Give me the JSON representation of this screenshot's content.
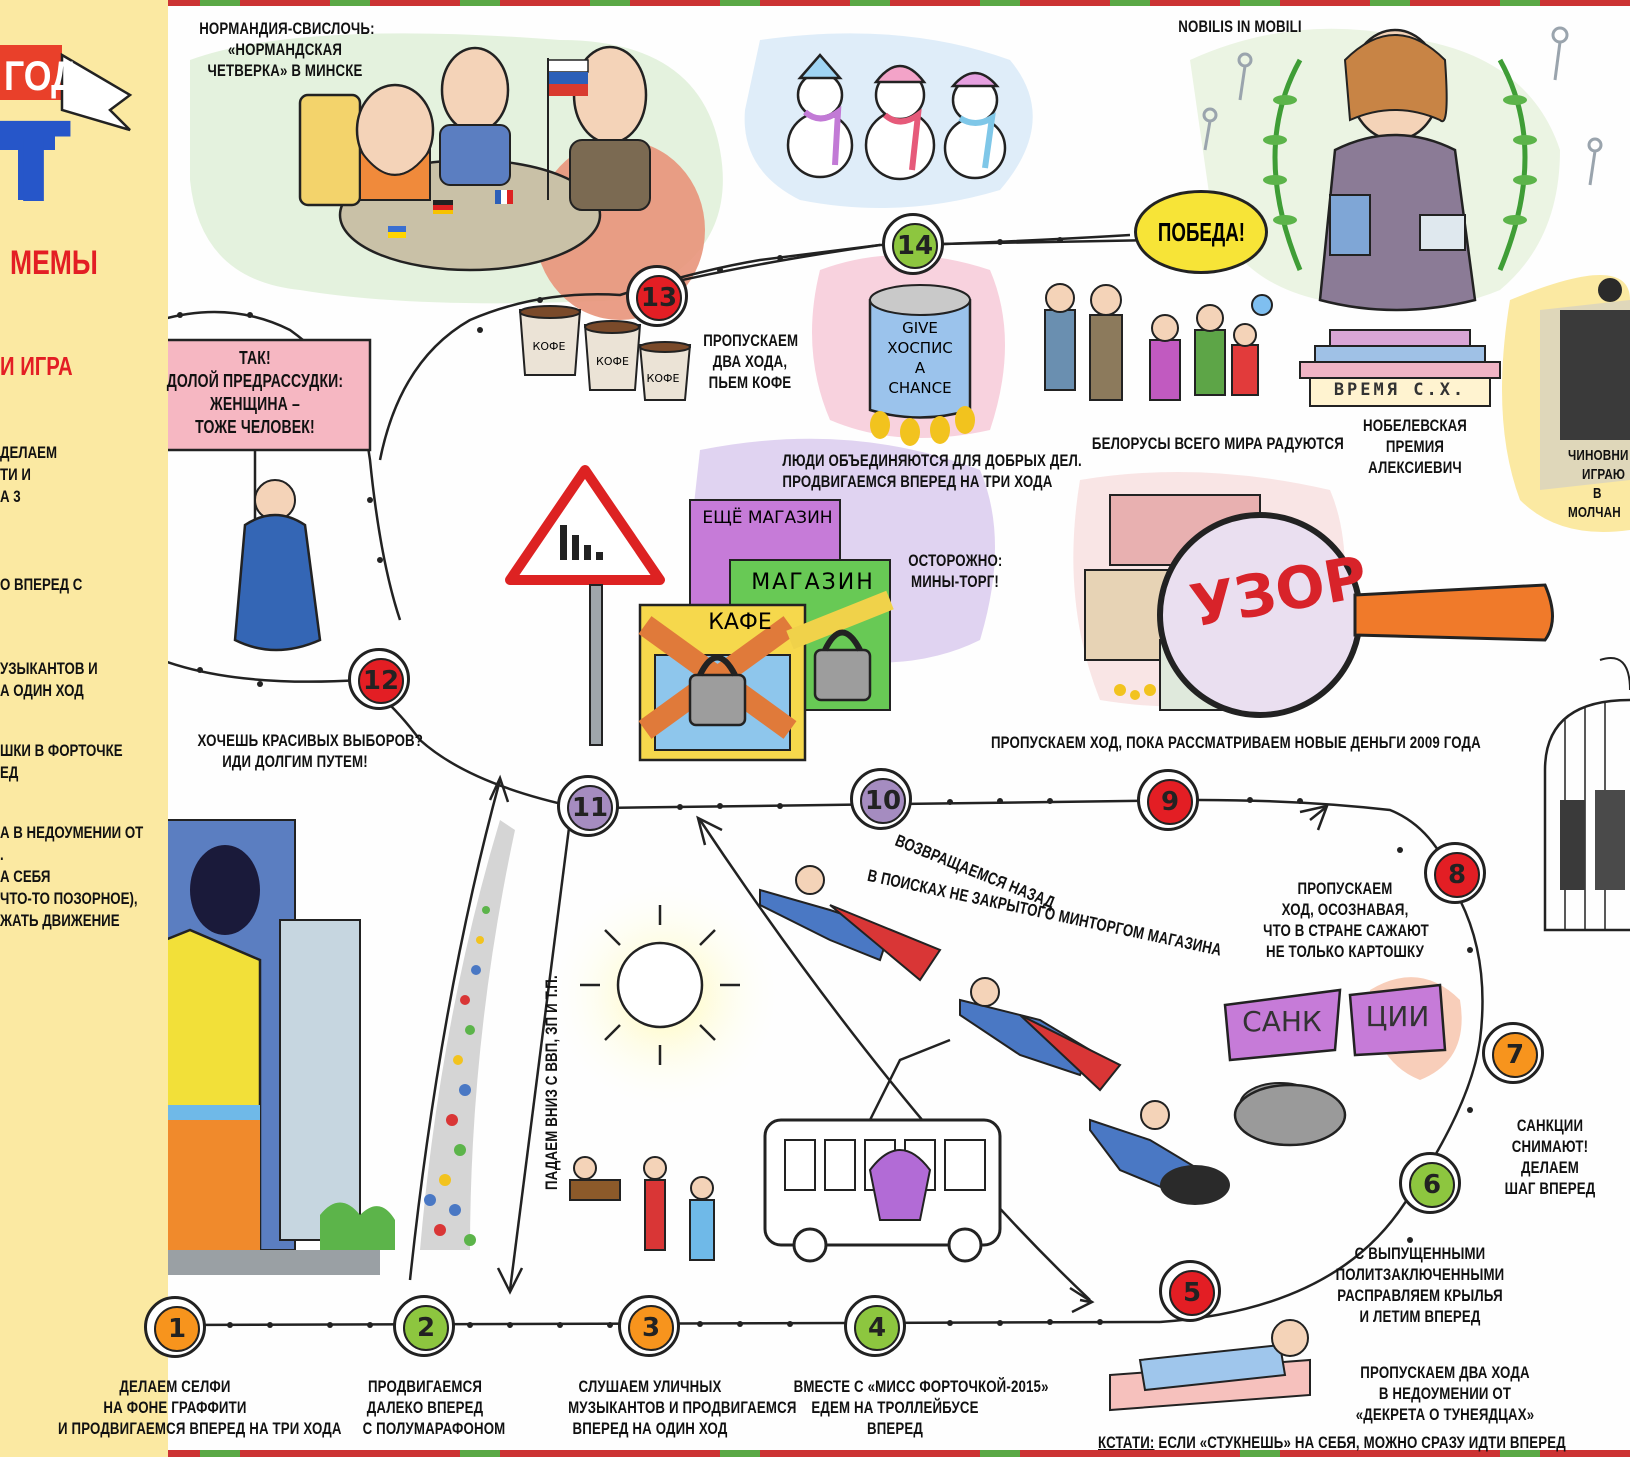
{
  "sidebar": {
    "header_word": "ГОД",
    "big_letter": "Т",
    "subtitle": "МЕМЫ",
    "section": "И ИГРА",
    "rules": [
      [
        "ДЕЛАЕМ",
        "ТИ И",
        "А 3"
      ],
      [
        "О ВПЕРЕД С"
      ],
      [
        "УЗЫКАНТОВ И",
        "А ОДИН ХОД"
      ],
      [
        "ШКИ В ФОРТОЧКЕ",
        "ЕД"
      ],
      [
        "А В НЕДОУМЕНИИ ОТ",
        "."
      ],
      [
        "А СЕБЯ",
        "ЧТО-ТО ПОЗОРНОЕ),",
        "ЖАТЬ ДВИЖЕНИЕ"
      ]
    ]
  },
  "cells": [
    {
      "n": "1",
      "color": "#f7941d"
    },
    {
      "n": "2",
      "color": "#8dc63f"
    },
    {
      "n": "3",
      "color": "#f7941d"
    },
    {
      "n": "4",
      "color": "#8dc63f"
    },
    {
      "n": "5",
      "color": "#e31e24"
    },
    {
      "n": "6",
      "color": "#8dc63f"
    },
    {
      "n": "7",
      "color": "#f7941d"
    },
    {
      "n": "8",
      "color": "#e31e24"
    },
    {
      "n": "9",
      "color": "#e31e24"
    },
    {
      "n": "10",
      "color": "#a58cc0"
    },
    {
      "n": "11",
      "color": "#a58cc0"
    },
    {
      "n": "12",
      "color": "#e31e24"
    },
    {
      "n": "13",
      "color": "#e31e24"
    },
    {
      "n": "14",
      "color": "#8dc63f"
    }
  ],
  "labels": {
    "normandy": [
      "НОРМАНДИЯ-СВИСЛОЧЬ:",
      "«НОРМАНДСКАЯ",
      "ЧЕТВЕРКА» В МИНСКЕ"
    ],
    "nobilis": "NOBILIS IN MOBILI",
    "sign_women": [
      "ТАК!",
      "ДОЛОЙ ПРЕДРАССУДКИ:",
      "ЖЕНЩИНА –",
      "ТОЖЕ ЧЕЛОВЕК!"
    ],
    "coffee": [
      "ПРОПУСКАЕМ",
      "ДВА ХОДА,",
      "ПЬЕМ КОФЕ"
    ],
    "hospice": [
      "ЛЮДИ ОБЪЕДИНЯЮТСЯ ДЛЯ ДОБРЫХ ДЕЛ.",
      "ПРОДВИГАЕМСЯ ВПЕРЕД НА ТРИ ХОДА"
    ],
    "belarusians": "БЕЛОРУСЫ ВСЕГО МИРА РАДУЮТСЯ",
    "nobel": [
      "НОБЕЛЕВСКАЯ",
      "ПРЕМИЯ",
      "АЛЕКСИЕВИЧ"
    ],
    "officials": [
      "ЧИНОВНИ",
      "ИГРАЮ",
      "В",
      "МОЛЧАН"
    ],
    "minetorg": [
      "ОСТОРОЖНО:",
      "МИНЫ-ТОРГ!"
    ],
    "elections": [
      "ХОЧЕШЬ КРАСИВЫХ ВЫБОРОВ?",
      "ИДИ ДОЛГИМ ПУТЕМ!"
    ],
    "money": "ПРОПУСКАЕМ ХОД, ПОКА РАССМАТРИВАЕМ НОВЫЕ ДЕНЬГИ 2009 ГОДА",
    "back_line1": "ВОЗВРАЩАЕМСЯ НАЗАД",
    "back_line2": "В ПОИСКАХ НЕ ЗАКРЫТОГО МИНТОРГОМ МАГАЗИНА",
    "potatoes": [
      "ПРОПУСКАЕМ",
      "ХОД, ОСОЗНАВАЯ,",
      "ЧТО В СТРАНЕ САЖАЮТ",
      "НЕ ТОЛЬКО КАРТОШКУ"
    ],
    "gdp": "ПАДАЕМ ВНИЗ С ВВП, ЗП И Т.П.",
    "sanctions_lifted": [
      "САНКЦИИ",
      "СНИМАЮТ!",
      "ДЕЛАЕМ",
      "ШАГ ВПЕРЕД"
    ],
    "prisoners": [
      "С ВЫПУЩЕННЫМИ",
      "ПОЛИТЗАКЛЮЧЕННЫМИ",
      "РАСПРАВЛЯЕМ КРЫЛЬЯ",
      "И ЛЕТИМ ВПЕРЕД"
    ],
    "decree": [
      "ПРОПУСКАЕМ ДВА ХОДА",
      "В НЕДОУМЕНИИ ОТ",
      "«ДЕКРЕТА О ТУНЕЯДЦАХ»"
    ],
    "snitch_key": "КСТАТИ:",
    "snitch_rest": "ЕСЛИ «СТУКНЕШЬ» НА СЕБЯ, МОЖНО СРАЗУ ИДТИ ВПЕРЕД",
    "step1": [
      "ДЕЛАЕМ СЕЛФИ",
      "НА ФОНЕ ГРАФФИТИ",
      "И ПРОДВИГАЕМСЯ ВПЕРЕД НА ТРИ ХОДА"
    ],
    "step2": [
      "ПРОДВИГАЕМСЯ",
      "ДАЛЕКО ВПЕРЕД",
      "С ПОЛУМАРАФОНОМ"
    ],
    "step3": [
      "СЛУШАЕМ УЛИЧНЫХ",
      "МУЗЫКАНТОВ И ПРОДВИГАЕМСЯ",
      "ВПЕРЕД НА ОДИН ХОД"
    ],
    "step4": [
      "ВМЕСТЕ С «МИСС ФОРТОЧКОЙ-2015»",
      "ЕДЕМ НА ТРОЛЛЕЙБУСЕ",
      "ВПЕРЕД"
    ]
  },
  "signs": {
    "pobeda": "ПОБЕДА!",
    "vremya": "ВРЕМЯ С.Х.",
    "cafe": "КАФЕ",
    "magazin": "МАГАЗИН",
    "eshche_magazin": "ЕЩЁ МАГАЗИН",
    "uzor": "УЗОР",
    "sank": "САНК",
    "tsii": "ЦИИ",
    "coffee_cup": "КОФЕ",
    "can_lines": [
      "GIVE",
      "ХОСПИС",
      "A",
      "CHANCE"
    ]
  }
}
